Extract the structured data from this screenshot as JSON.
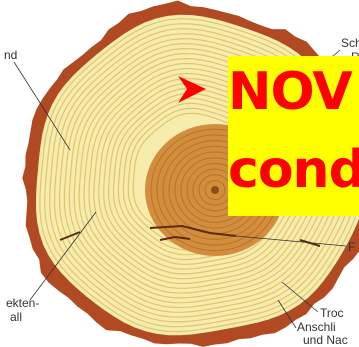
{
  "labels": {
    "top_right_1": "Sch",
    "top_right_2": "R",
    "left_top": "nd",
    "left_bottom_1": "ekten-",
    "left_bottom_2": "all",
    "right_mid": "F",
    "right_bottom_1": "Troc",
    "right_bottom_2": "Anschli",
    "right_bottom_3": "und Nac"
  },
  "overlay": {
    "line1": "NOV",
    "line2": "cond"
  },
  "colors": {
    "bark": "#b14a22",
    "wood_light": "#f6ecae",
    "wood_ring": "#e2c46e",
    "heartwood": "#d28d3d",
    "overlay_bg": "#ffff00",
    "overlay_text": "#ff0000"
  }
}
